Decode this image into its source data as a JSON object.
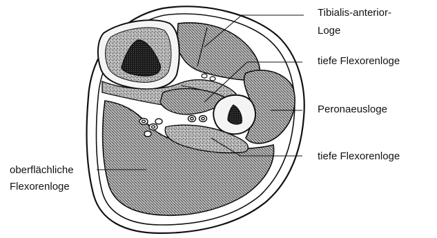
{
  "labels": {
    "tibialis_line1": "Tibialis-anterior-",
    "tibialis_line2": "Loge",
    "tiefe_upper": "tiefe Flexorenloge",
    "peronaeus": "Peronaeusloge",
    "tiefe_lower": "tiefe Flexorenloge",
    "oberflaechlich_line1": "oberflächliche",
    "oberflaechlich_line2": "Flexorenloge"
  }
}
